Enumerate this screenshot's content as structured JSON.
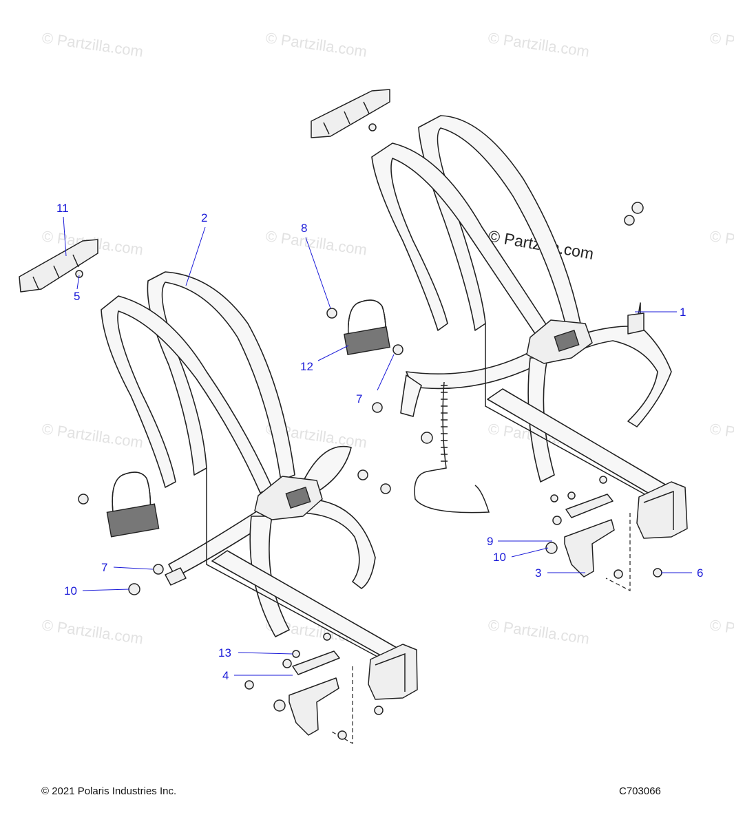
{
  "watermarks": [
    "© Partzilla.com"
  ],
  "callouts": {
    "c1": "1",
    "c2": "2",
    "c3": "3",
    "c4": "4",
    "c5": "5",
    "c6": "6",
    "c7a": "7",
    "c7b": "7",
    "c8": "8",
    "c9": "9",
    "c10a": "10",
    "c10b": "10",
    "c11": "11",
    "c12": "12",
    "c13": "13"
  },
  "footer": {
    "copyright": "© 2021 Polaris Industries Inc.",
    "figure_code": "C703066"
  },
  "colors": {
    "callout": "#1a1ad8",
    "watermark": "#e2e2e2",
    "line": "#222222"
  }
}
